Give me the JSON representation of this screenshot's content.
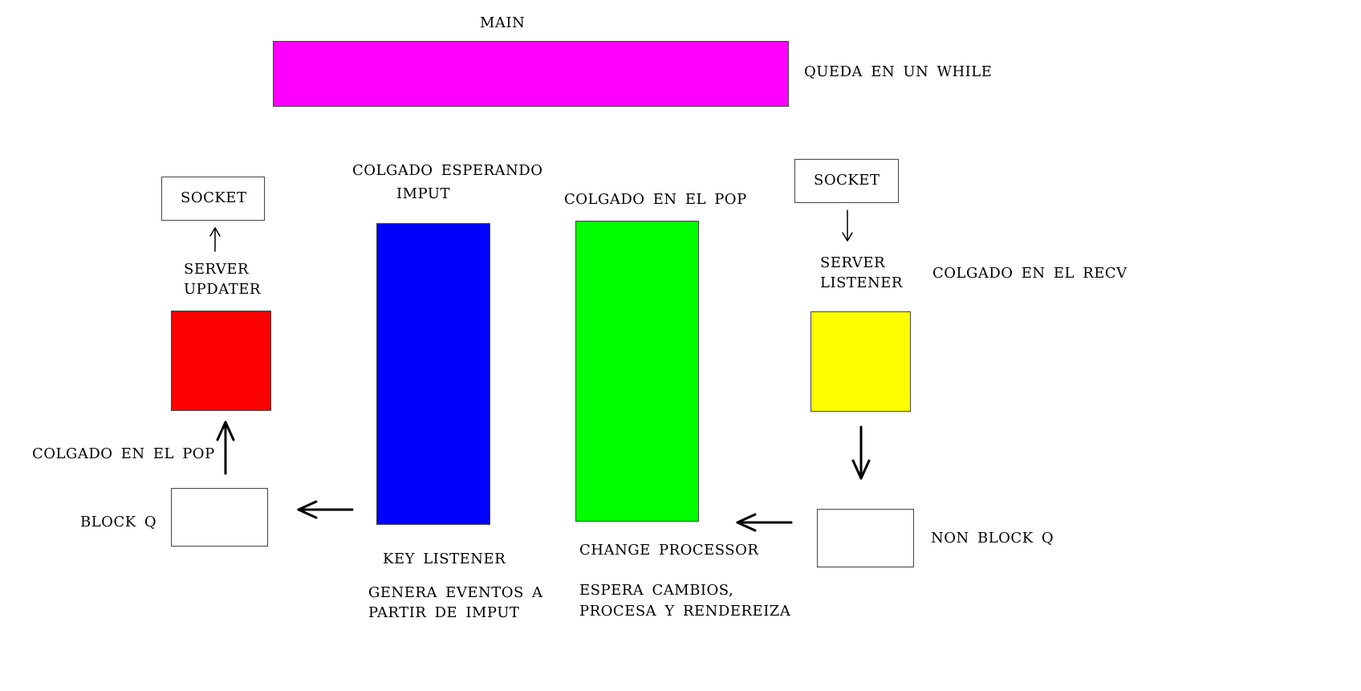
{
  "main": {
    "title": "MAIN",
    "note": "QUEDA EN UN WHILE",
    "color": "#ff00ff"
  },
  "server_updater": {
    "socket": "SOCKET",
    "name_line1": "SERVER",
    "name_line2": "UPDATER",
    "status": "COLGADO EN EL POP",
    "color": "#ff0000"
  },
  "block_q": {
    "label": "BLOCK Q"
  },
  "key_listener": {
    "status_line1": "COLGADO ESPERANDO",
    "status_line2": "IMPUT",
    "name": "KEY LISTENER",
    "desc_line1": "GENERA EVENTOS A",
    "desc_line2": "PARTIR DE IMPUT",
    "color": "#0000ff"
  },
  "change_processor": {
    "status": "COLGADO EN EL POP",
    "name": "CHANGE PROCESSOR",
    "desc_line1": "ESPERA CAMBIOS,",
    "desc_line2": "PROCESA Y RENDEREIZA",
    "color": "#00ff00"
  },
  "server_listener": {
    "socket": "SOCKET",
    "name_line1": "SERVER",
    "name_line2": "LISTENER",
    "status": "COLGADO EN EL RECV",
    "color": "#ffff00"
  },
  "non_block_q": {
    "label": "NON BLOCK Q"
  }
}
